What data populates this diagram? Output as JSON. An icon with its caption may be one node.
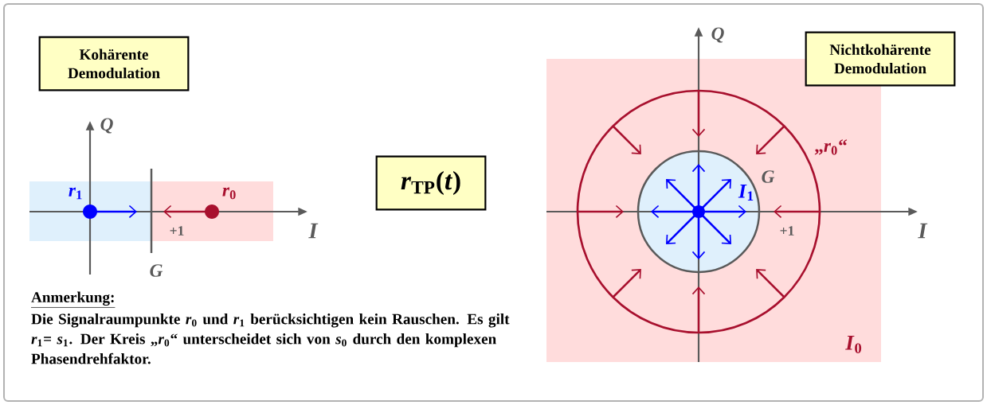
{
  "diagram": {
    "nodes": [
      {
        "text": [
          "Kohärente Demodulation"
        ]
      },
      {
        "text": [
          "*r*$_{TP}$(*t*)"
        ]
      },
      {
        "text": [
          "Nichtkohärente Demodulation"
        ]
      }
    ],
    "labels": [
      "Q",
      "*r*$_{1}$",
      "*r*$_{0}$",
      "+1",
      "I",
      "G",
      "Q",
      "„*r*$_{0}$“",
      "G",
      "*I*$_{1}$",
      "+1",
      "I",
      "*I*$_{0}$",
      "Anmerkung:",
      "Die Signalraumpunkte *r*$_{0}$ und *r*$_{1}$ berücksichtigen kein Rauschen. Es gilt *r*$_{1}$= *s*$_{1}$. Der Kreis „*r*$_{0}$“ unterscheidet sich von *s*$_{0}$ durch den komplexen Phasendrehfaktor."
    ]
  }
}
